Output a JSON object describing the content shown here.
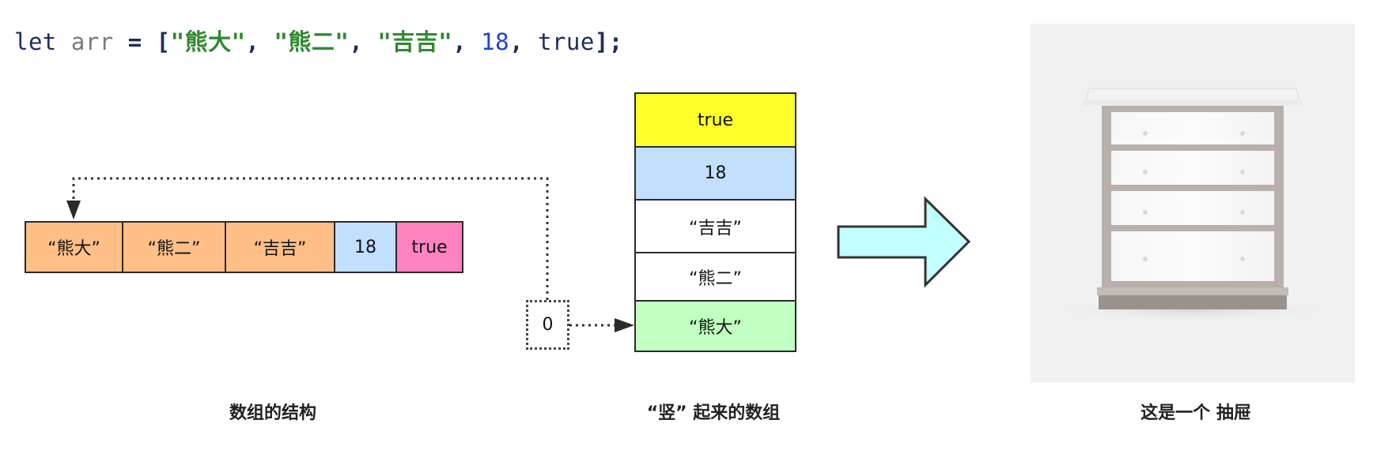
{
  "code": {
    "kw_let": "let",
    "var_name": "arr",
    "op_assign": "=",
    "bracket_open": "[",
    "items": [
      "\"熊大\"",
      "\"熊二\"",
      "\"吉吉\"",
      "18",
      "true"
    ],
    "separator": ", ",
    "bracket_close": "];"
  },
  "horizontal_array": {
    "cells": [
      "“熊大”",
      "“熊二”",
      "“吉吉”",
      "18",
      "true"
    ]
  },
  "vertical_array": {
    "cells_top_to_bottom": [
      "true",
      "18",
      "“吉吉”",
      "“熊二”",
      "“熊大”"
    ]
  },
  "index_label": "0",
  "captions": {
    "left": "数组的结构",
    "middle": "“竖” 起来的数组",
    "right": "这是一个  抽屉"
  },
  "colors": {
    "orange": "#ffbf86",
    "blue": "#c2dfff",
    "pink": "#ff82c1",
    "yellow": "#ffff2a",
    "green": "#c2ffc2",
    "arrow_fill": "#c2ffff"
  },
  "icons": {
    "big_arrow": "right-arrow-icon",
    "drawer_image": "drawer-icon"
  }
}
